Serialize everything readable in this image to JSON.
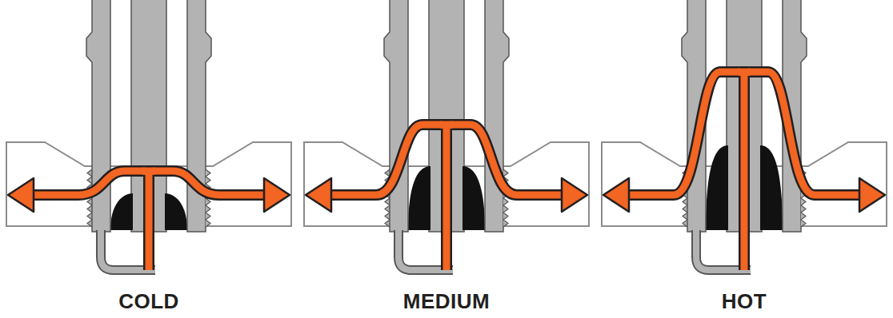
{
  "diagram": {
    "labels": [
      "COLD",
      "MEDIUM",
      "HOT"
    ]
  }
}
